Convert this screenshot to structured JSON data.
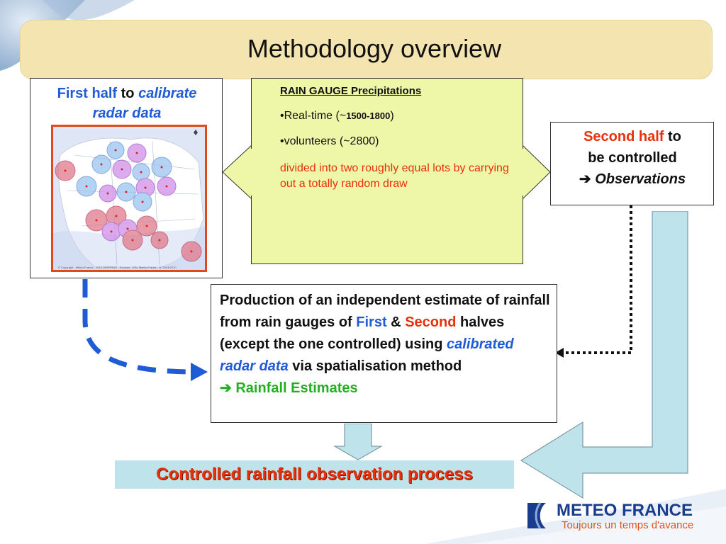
{
  "title": "Methodology overview",
  "first_half": {
    "first_half": "First half",
    "to": "to",
    "calibrate": "calibrate",
    "radar_data": "radar data"
  },
  "map": {
    "credit": "© Copyright - Météo-France - 2010 DIRP/PMO - Sources : IGN, Météo-France - le 23/04/2010"
  },
  "rain_gauge": {
    "title": "RAIN GAUGE Precipitations",
    "realtime_prefix": "•Real-time (~",
    "realtime_count": "1500-1800",
    "realtime_suffix": ")",
    "volunteers": "•volunteers (~2800)",
    "note": "divided into two roughly equal lots by carrying out a totally random draw"
  },
  "second_half": {
    "second_half": "Second half",
    "to": "to",
    "be_controlled": "be controlled",
    "arrow": "➔",
    "observations": "Observations"
  },
  "production": {
    "line1": "Production of an independent estimate of rainfall from rain gauges of",
    "first": "First",
    "amp": "&",
    "second": "Second",
    "line2": "halves (except the one controlled) using",
    "calibrated": "calibrated radar data",
    "line3": "via spatialisation method",
    "arrow": "➔",
    "estimates": "Rainfall Estimates"
  },
  "controlled": "Controlled rainfall observation process",
  "logo": {
    "brand": "METEO FRANCE",
    "tagline": "Toujours un temps d'avance"
  },
  "colors": {
    "blue": "#1f5bd6",
    "red": "#e8300a",
    "green": "#22b022",
    "title_bar": "#f3e4b0",
    "gauge_panel": "#eef7a8",
    "arrow_fill": "#bfe3ea"
  }
}
